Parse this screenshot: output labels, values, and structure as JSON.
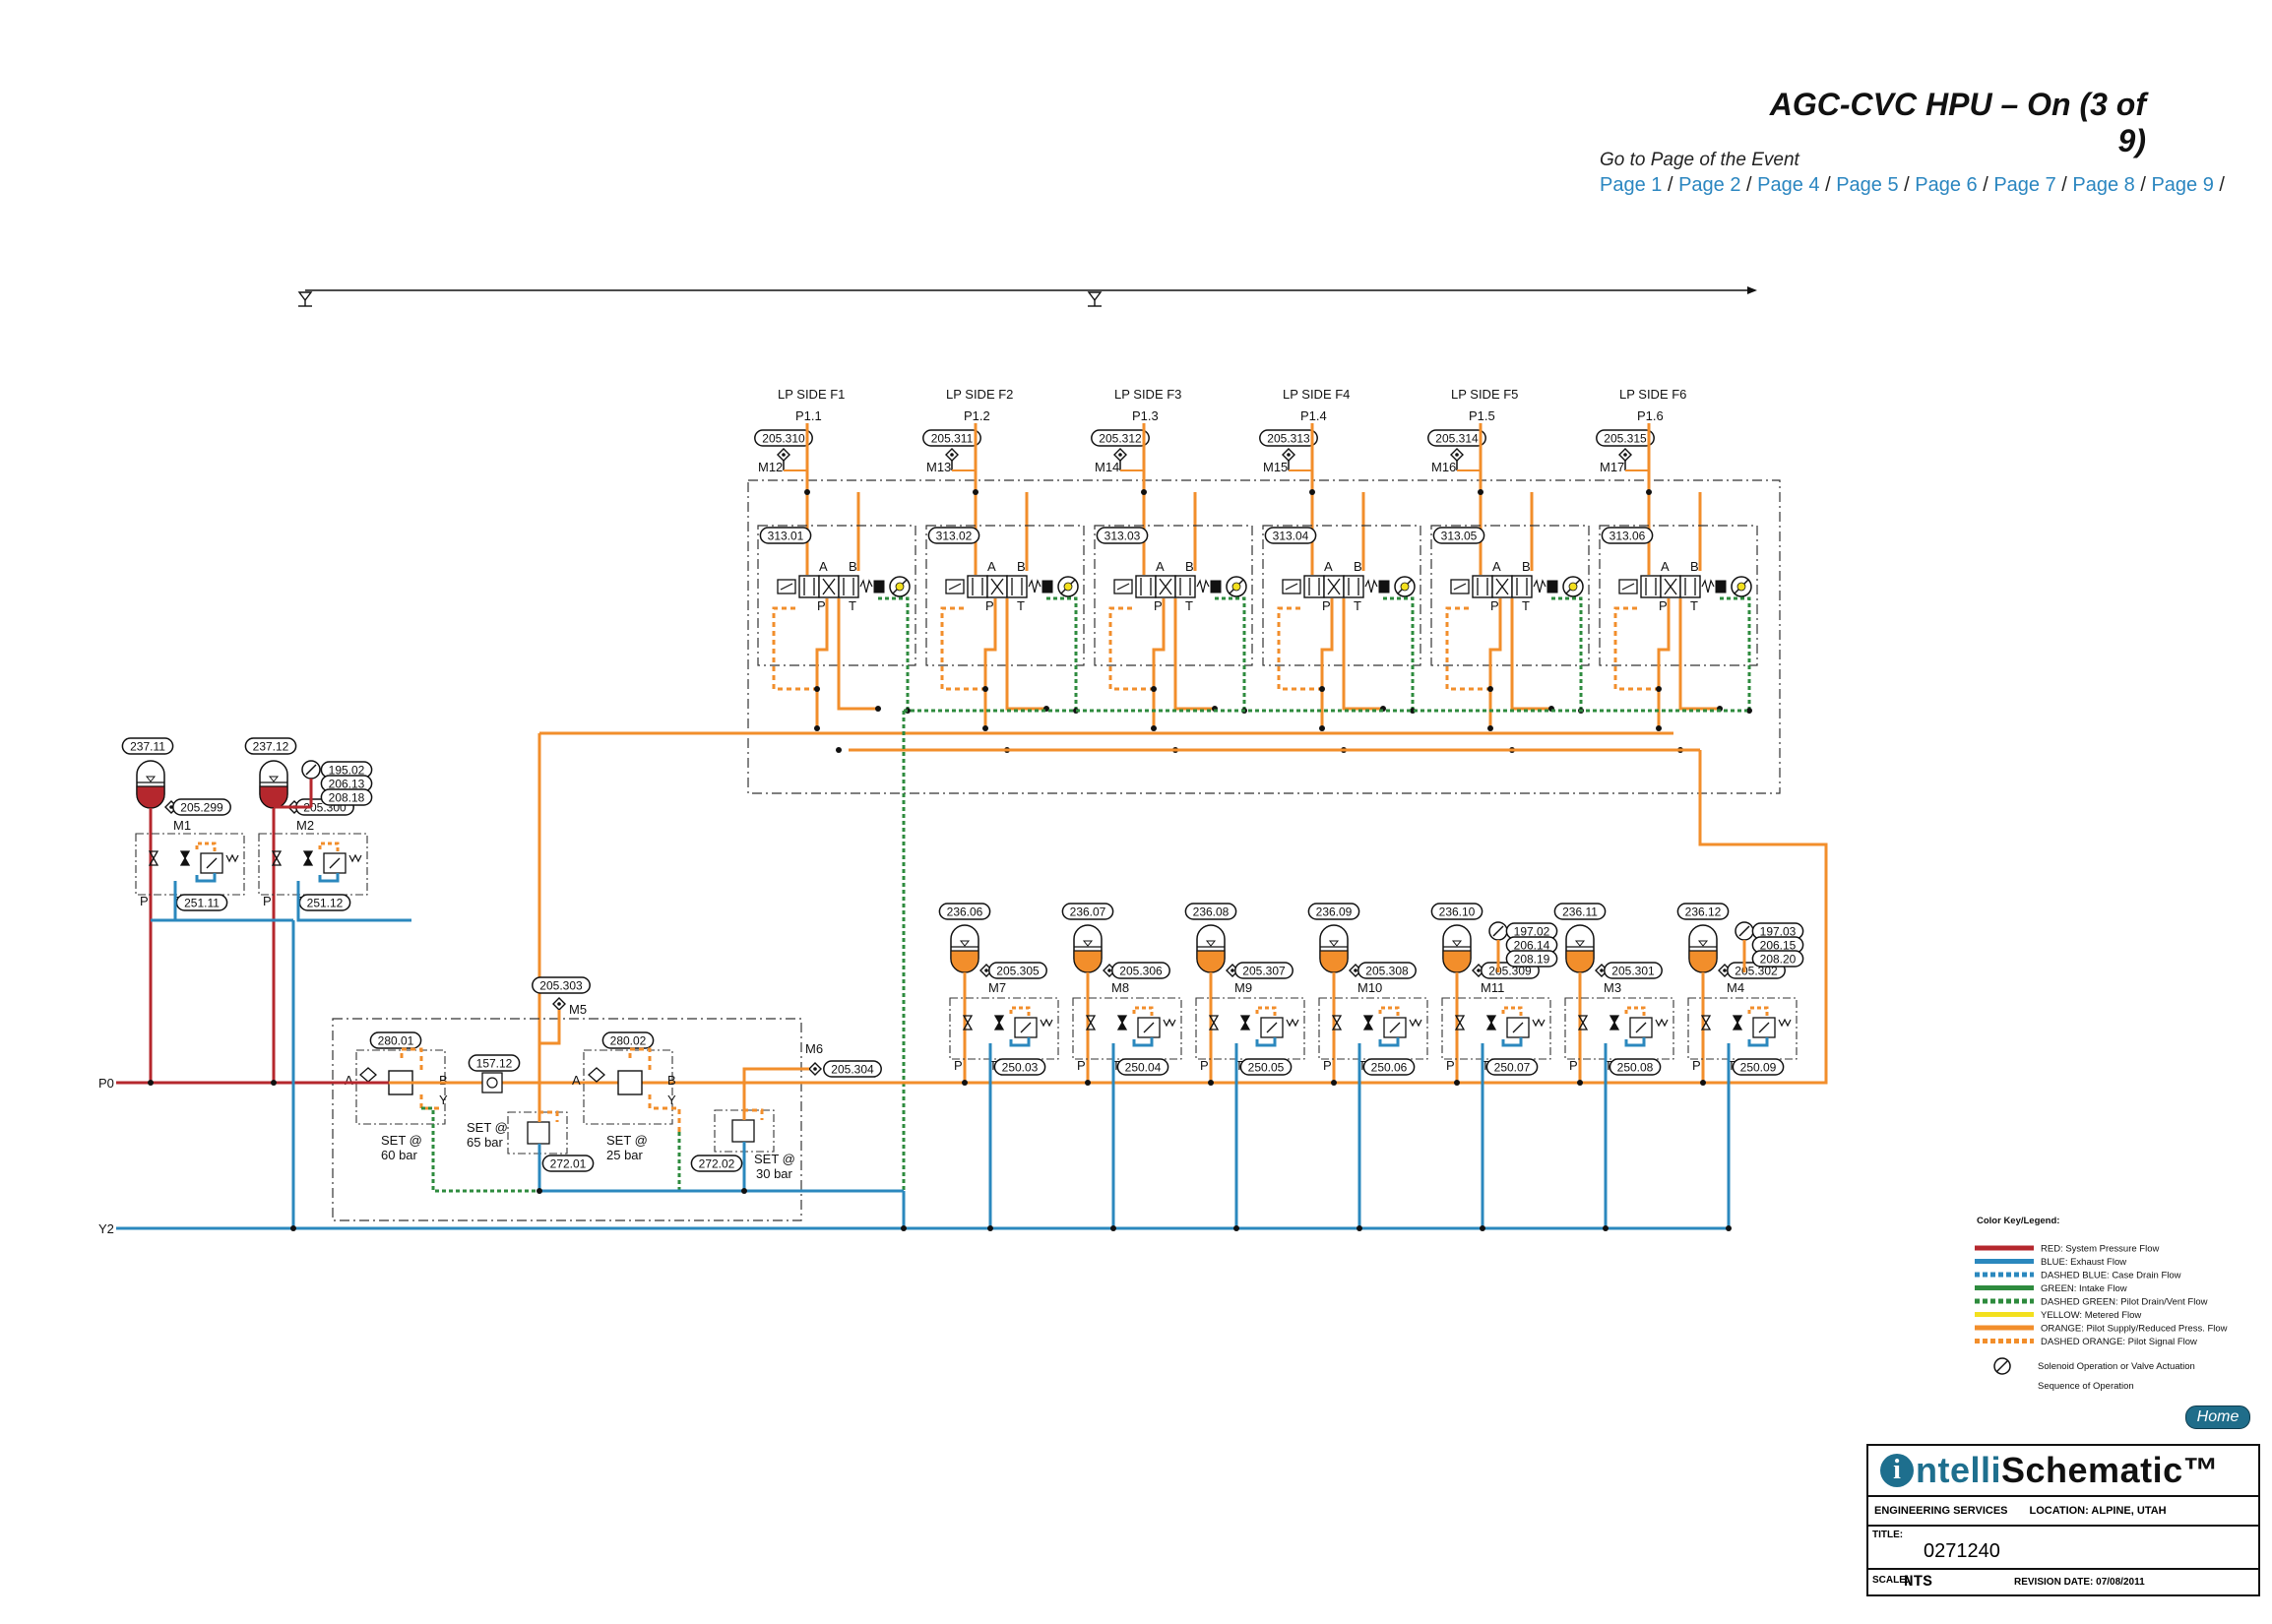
{
  "header": {
    "title": "AGC-CVC HPU – On (3 of 9)"
  },
  "nav": {
    "heading": "Go to Page of the Event",
    "pages": [
      "Page 1",
      "Page 2",
      "Page 4",
      "Page 5",
      "Page 6",
      "Page 7",
      "Page 8",
      "Page 9"
    ]
  },
  "colors": {
    "red": "#b5272d",
    "blue": "#2b88be",
    "green": "#2e8b3e",
    "yellow": "#f3e01e",
    "orange": "#f28e2b",
    "dashed_orange": "#f28e2b",
    "black": "#111111"
  },
  "lp_sides": [
    {
      "label": "LP SIDE F1",
      "port": "P1.1",
      "gauge_tag": "205.310",
      "mark": "M12",
      "valve_tag": "313.01"
    },
    {
      "label": "LP SIDE F2",
      "port": "P1.2",
      "gauge_tag": "205.311",
      "mark": "M13",
      "valve_tag": "313.02"
    },
    {
      "label": "LP SIDE F3",
      "port": "P1.3",
      "gauge_tag": "205.312",
      "mark": "M14",
      "valve_tag": "313.03"
    },
    {
      "label": "LP SIDE F4",
      "port": "P1.4",
      "gauge_tag": "205.313",
      "mark": "M15",
      "valve_tag": "313.04"
    },
    {
      "label": "LP SIDE F5",
      "port": "P1.5",
      "gauge_tag": "205.314",
      "mark": "M16",
      "valve_tag": "313.05"
    },
    {
      "label": "LP SIDE F6",
      "port": "P1.6",
      "gauge_tag": "205.315",
      "mark": "M17",
      "valve_tag": "313.06"
    }
  ],
  "valve_ports": {
    "a": "A",
    "b": "B",
    "p": "P",
    "t": "T"
  },
  "left_accumulators": [
    {
      "acc_tag": "237.11",
      "gauge_tag": "205.299",
      "mark": "M1",
      "block_tag": "251.11",
      "p": "P",
      "t": "T"
    },
    {
      "acc_tag": "237.12",
      "gauge_tag": "205.300",
      "mark": "M2",
      "block_tag": "251.12",
      "p": "P",
      "t": "T"
    }
  ],
  "left_pressure_tags": [
    "195.02",
    "206.13",
    "208.18"
  ],
  "lines": {
    "p0": "P0",
    "y2": "Y2"
  },
  "center_block": {
    "m5_tag": "205.303",
    "m5": "M5",
    "m6_tag": "205.304",
    "m6": "M6",
    "reducer1_tag": "280.01",
    "reducer1_set": "SET @",
    "reducer1_val": "60 bar",
    "check_tag": "157.12",
    "relief1_set": "SET @",
    "relief1_val": "65 bar",
    "relief1_tag": "272.01",
    "reducer2_tag": "280.02",
    "reducer2_set": "SET @",
    "reducer2_val": "25 bar",
    "relief2_tag": "272.02",
    "relief2_set": "SET @",
    "relief2_val": "30 bar",
    "a": "A",
    "b": "B",
    "y": "Y"
  },
  "right_accumulators": [
    {
      "acc_tag": "236.06",
      "gauge_tag": "205.305",
      "mark": "M7",
      "block_tag": "250.03",
      "p": "P",
      "t": "T"
    },
    {
      "acc_tag": "236.07",
      "gauge_tag": "205.306",
      "mark": "M8",
      "block_tag": "250.04",
      "p": "P",
      "t": "T"
    },
    {
      "acc_tag": "236.08",
      "gauge_tag": "205.307",
      "mark": "M9",
      "block_tag": "250.05",
      "p": "P",
      "t": "T"
    },
    {
      "acc_tag": "236.09",
      "gauge_tag": "205.308",
      "mark": "M10",
      "block_tag": "250.06",
      "p": "P",
      "t": "T"
    },
    {
      "acc_tag": "236.10",
      "gauge_tag": "205.309",
      "mark": "M11",
      "block_tag": "250.07",
      "p": "P",
      "t": "T"
    },
    {
      "acc_tag": "236.11",
      "gauge_tag": "205.301",
      "mark": "M3",
      "block_tag": "250.08",
      "p": "P",
      "t": "T"
    },
    {
      "acc_tag": "236.12",
      "gauge_tag": "205.302",
      "mark": "M4",
      "block_tag": "250.09",
      "p": "P",
      "t": "T"
    }
  ],
  "right_pressure_tags_1": [
    "197.02",
    "206.14",
    "208.19"
  ],
  "right_pressure_tags_2": [
    "197.03",
    "206.15",
    "208.20"
  ],
  "legend": {
    "title": "Color Key/Legend:",
    "items": [
      {
        "label": "RED: System Pressure Flow",
        "color": "#b5272d",
        "dashed": false
      },
      {
        "label": "BLUE: Exhaust Flow",
        "color": "#2b88be",
        "dashed": false
      },
      {
        "label": "DASHED BLUE: Case Drain Flow",
        "color": "#2b88be",
        "dashed": true
      },
      {
        "label": "GREEN: Intake Flow",
        "color": "#2e8b3e",
        "dashed": false
      },
      {
        "label": "DASHED GREEN: Pilot Drain/Vent Flow",
        "color": "#2e8b3e",
        "dashed": true
      },
      {
        "label": "YELLOW: Metered Flow",
        "color": "#f3e01e",
        "dashed": false
      },
      {
        "label": "ORANGE: Pilot Supply/Reduced Press. Flow",
        "color": "#f28e2b",
        "dashed": false
      },
      {
        "label": "DASHED ORANGE: Pilot Signal Flow",
        "color": "#f28e2b",
        "dashed": true
      }
    ],
    "solenoid_label": "Solenoid Operation or Valve Actuation",
    "sequence_label": "Sequence of Operation"
  },
  "home_label": "Home",
  "titleblock": {
    "logo_i": "i",
    "logo_intelli": "ntelli",
    "logo_schematic": "Schematic™",
    "eng": "ENGINEERING SERVICES",
    "location": "LOCATION: ALPINE, UTAH",
    "title_label": "TITLE:",
    "title_value": "0271240",
    "scale_label": "SCALE:",
    "scale_value": "NTS",
    "revision": "REVISION DATE: 07/08/2011"
  }
}
